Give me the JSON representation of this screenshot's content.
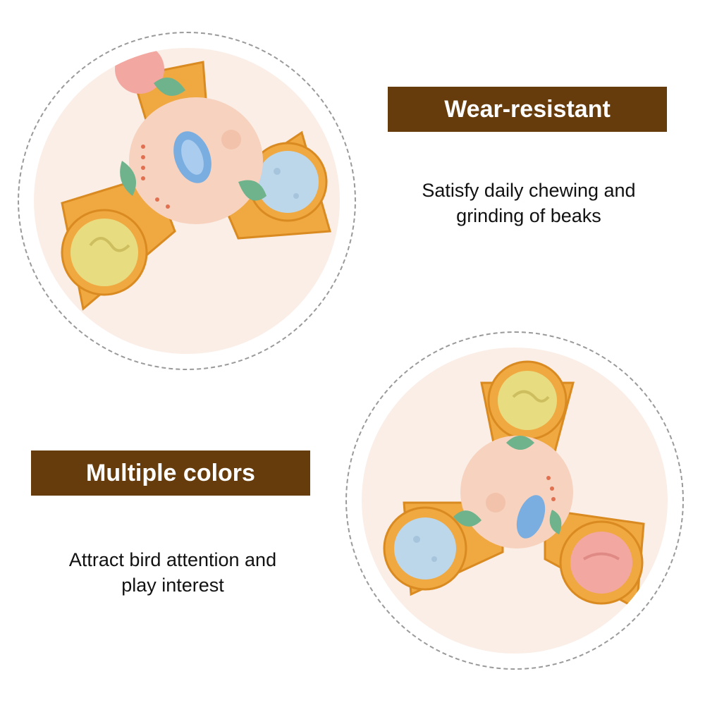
{
  "features": [
    {
      "heading": "Wear-resistant",
      "description_lines": [
        "Satisfy daily chewing and",
        "grinding of beaks"
      ]
    },
    {
      "heading": "Multiple colors",
      "description_lines": [
        "Attract bird attention and",
        "play interest"
      ]
    }
  ],
  "colors": {
    "banner_bg": "#663c0c",
    "banner_text": "#ffffff",
    "circle_bg": "#fbeee6",
    "toy_frame": "#f0a840",
    "toy_body": "#f6d2bf"
  }
}
